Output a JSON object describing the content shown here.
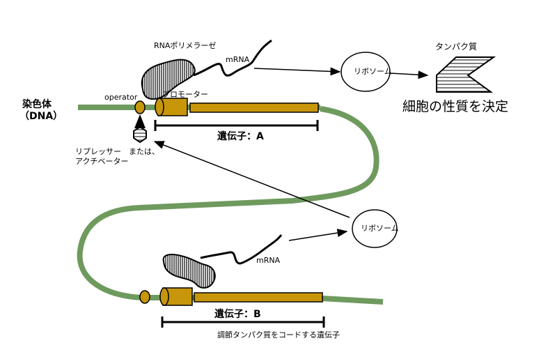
{
  "title": "遺伝子発現の調節",
  "chromosome": {
    "label_line1": "染色体",
    "label_line2": "（DNA）"
  },
  "labels": {
    "rna_polymerase": "RNAポリメラーゼ",
    "mrna_a": "mRNA",
    "mrna_b": "mRNA",
    "operator": "operator",
    "promoter": "プロモーター",
    "ribosome_a": "リボソーム",
    "ribosome_b": "リボソーム",
    "protein": "タンパク質",
    "cell_property": "細胞の性質を決定",
    "repressor_line1": "リプレッサー　または、",
    "repressor_line2": "アクチベーター",
    "gene_a": "遺伝子：A",
    "gene_b": "遺伝子：B",
    "gene_b_desc": "調節タンパク質をコードする遺伝子"
  },
  "colors": {
    "dna": "#5a8a4a",
    "gene": "#c8960a",
    "line": "#000000"
  }
}
